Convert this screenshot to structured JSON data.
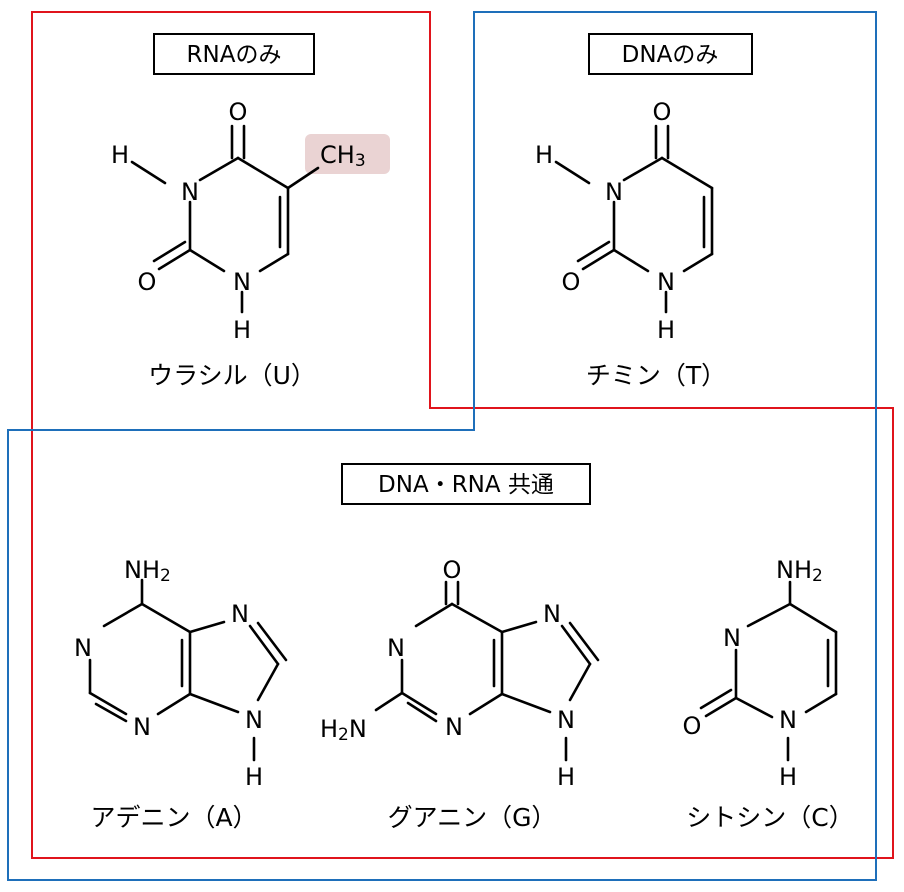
{
  "regions": {
    "rna_only": {
      "title": "RNAのみ",
      "border_color": "#e0141c"
    },
    "dna_only": {
      "title": "DNAのみ",
      "border_color": "#1e6fba"
    },
    "common": {
      "title": "DNA・RNA 共通"
    }
  },
  "highlight_color": "#ead3d3",
  "molecules": {
    "uracil": {
      "name": "ウラシル（U）",
      "atoms": {
        "h_top": "H",
        "n3": "N",
        "o4": "O",
        "ch3": "CH",
        "ch3_sub": "3",
        "o2": "O",
        "n1": "N",
        "h_bottom": "H"
      }
    },
    "thymine": {
      "name": "チミン（T）",
      "atoms": {
        "h_top": "H",
        "n3": "N",
        "o4": "O",
        "o2": "O",
        "n1": "N",
        "h_bottom": "H"
      }
    },
    "adenine": {
      "name": "アデニン（A）",
      "atoms": {
        "nh2": "NH",
        "nh2_sub": "2",
        "n1": "N",
        "n3": "N",
        "n7": "N",
        "n9": "N",
        "h9": "H"
      }
    },
    "guanine": {
      "name": "グアニン（G）",
      "atoms": {
        "o6": "O",
        "n1": "N",
        "n3": "N",
        "n7": "N",
        "n9": "N",
        "h9": "H",
        "h2n_pre": "H",
        "h2n_sub": "2",
        "h2n_post": "N"
      }
    },
    "cytosine": {
      "name": "シトシン（C）",
      "atoms": {
        "nh2": "NH",
        "nh2_sub": "2",
        "n3": "N",
        "o2": "O",
        "n1": "N",
        "h1": "H"
      }
    }
  }
}
